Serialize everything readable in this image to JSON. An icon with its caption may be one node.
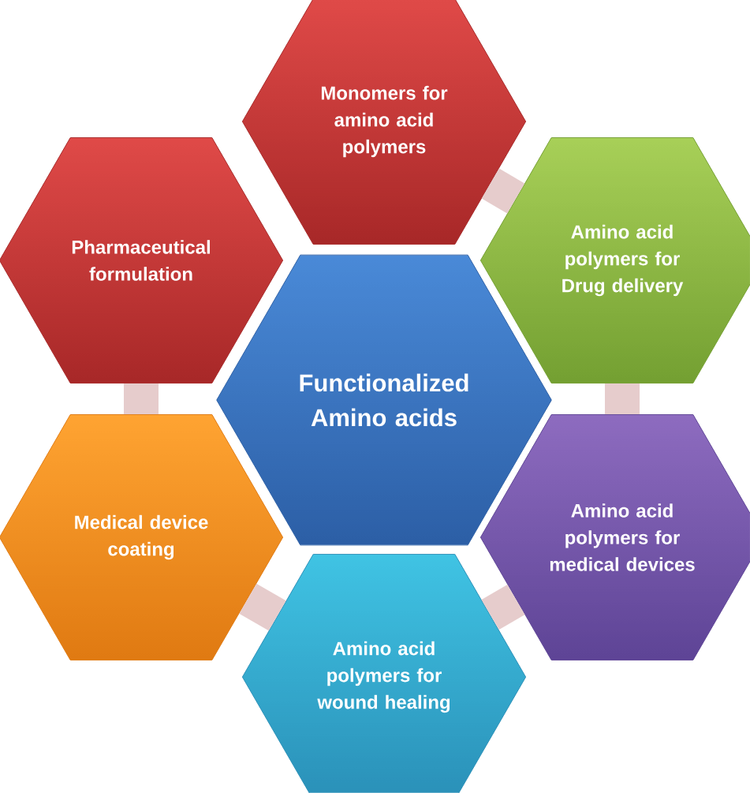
{
  "diagram": {
    "nodes": [
      {
        "text": [
          "Functionalized Amino acids"
        ]
      },
      {
        "text": [
          "Monomers for amino acid polymers"
        ]
      },
      {
        "text": [
          "Amino acid polymers for Drug delivery"
        ]
      },
      {
        "text": [
          "Amino acid polymers for medical devices"
        ]
      },
      {
        "text": [
          "Amino acid polymers for wound healing"
        ]
      },
      {
        "text": [
          "Medical device coating"
        ]
      },
      {
        "text": [
          "Pharmaceutical formulation"
        ]
      }
    ],
    "edges": [
      {
        "from": 1,
        "to": 2,
        "arrow": "none"
      },
      {
        "from": 2,
        "to": 3,
        "arrow": "none"
      },
      {
        "from": 3,
        "to": 4,
        "arrow": "none"
      },
      {
        "from": 4,
        "to": 5,
        "arrow": "none"
      },
      {
        "from": 5,
        "to": 6,
        "arrow": "none"
      }
    ]
  }
}
